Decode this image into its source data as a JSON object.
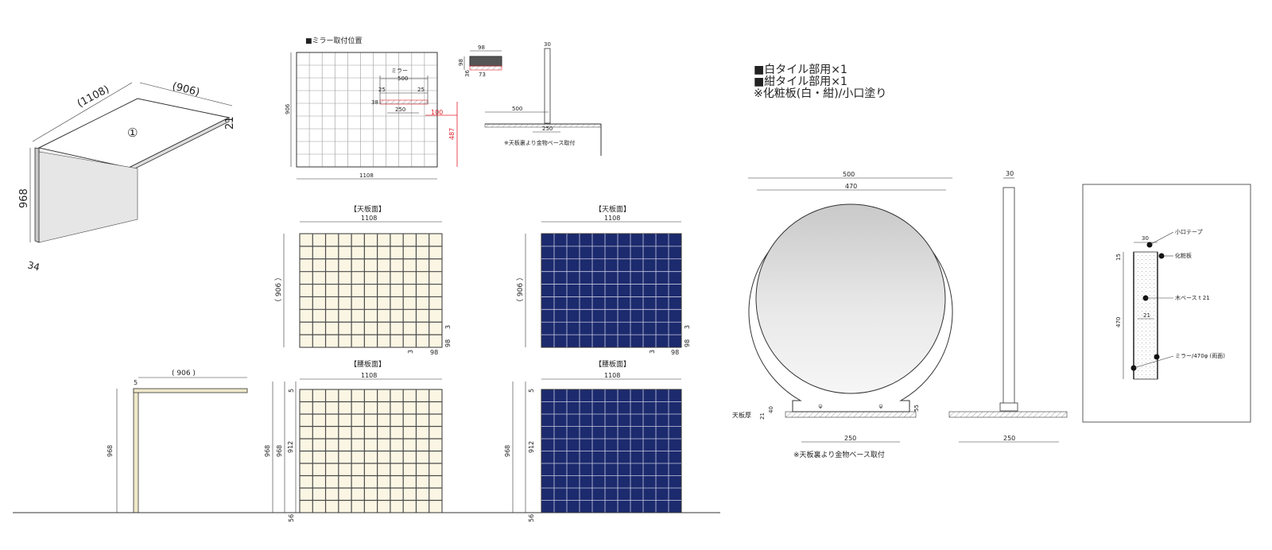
{
  "colors": {
    "white_tile": "#fbf6e4",
    "navy_tile": "#1c2a6e",
    "grout": "#4a4a4a",
    "red_dim": "#e0202a"
  },
  "iso": {
    "depth": "(1108)",
    "width": "(906)",
    "thickness": "21",
    "height": "968",
    "foot": "34",
    "part_no": "①"
  },
  "mirror_position": {
    "title": "■ミラー取付位置",
    "height": "906",
    "width": "1108",
    "mirror_label": "ミラー",
    "mirror_w": "500",
    "offset_l": "25",
    "offset_r": "25",
    "base_h": "38",
    "base_w": "250",
    "red_h": "100",
    "red_v": "487"
  },
  "small_detail": {
    "w": "98",
    "h": "98",
    "d1": "36",
    "d2": "73"
  },
  "stand_side": {
    "top": "30",
    "base_len": "500",
    "base_w": "250",
    "note": "※天板裏より金物ベース取付"
  },
  "legend": {
    "line1": "■白タイル部用×1",
    "line2": "■紺タイル部用×1",
    "line3": "※化粧板(白・紺)/小口塗り"
  },
  "white_top": {
    "title": "【天板面】",
    "width": "1108",
    "height": "（ 906 ）",
    "gap": "3",
    "tile": "98",
    "gap2": "3",
    "tile2": "98"
  },
  "navy_top": {
    "title": "【天板面】",
    "width": "1108",
    "height": "（ 906 ）",
    "gap": "3",
    "tile": "98",
    "gap2": "3",
    "tile2": "98"
  },
  "white_front": {
    "title": "【腰板面】",
    "width": "1108",
    "total": "968",
    "inner": "968",
    "tile_h": "912",
    "top_off": "5",
    "bottom": "56"
  },
  "navy_front": {
    "title": "【腰板面】",
    "width": "1108",
    "total": "968",
    "tile_h": "912",
    "top_off": "5",
    "bottom": "56"
  },
  "side_profile": {
    "top": "( 906 )",
    "offset": "5",
    "height": "968"
  },
  "mirror_front": {
    "outer": "500",
    "inner": "470",
    "base": "250",
    "top_thk_label": "天板厚",
    "top_thk": "21",
    "base_h": "40",
    "right_h": "55",
    "note": "※天板裏より金物ベース取付"
  },
  "mirror_side": {
    "top": "30",
    "base": "250"
  },
  "section": {
    "w": "30",
    "top": "15",
    "h": "470",
    "inner": "21",
    "l1": "小口テープ",
    "l2": "化粧板",
    "l3": "木ベース t 21",
    "l4": "ミラー/470φ (両面)"
  }
}
